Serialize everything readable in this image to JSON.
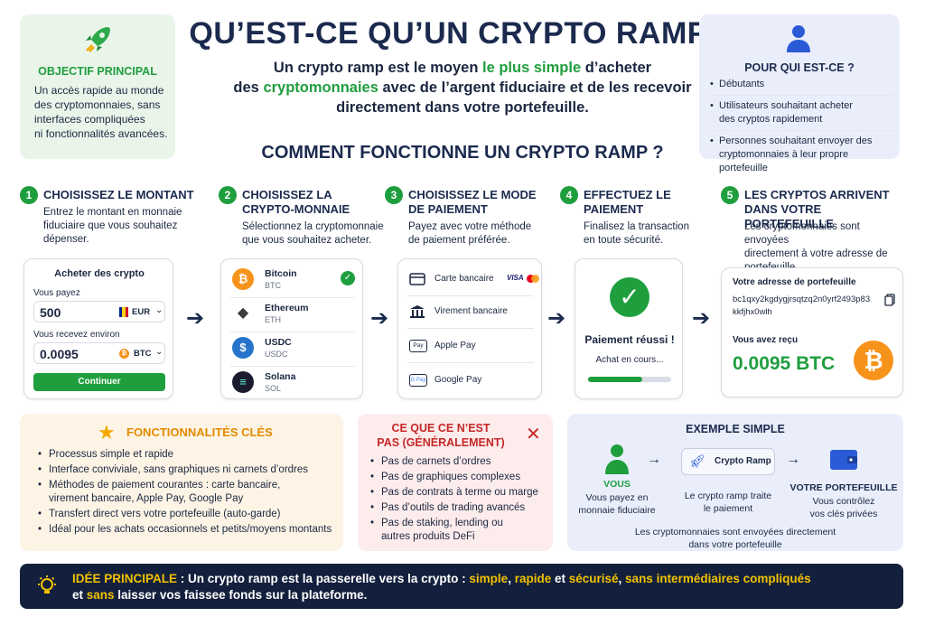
{
  "title": "QU’EST-CE QU’UN CRYPTO RAMP ?",
  "intro": {
    "p1": "Un crypto ramp est le moyen ",
    "h1": "le plus simple",
    "p2": " d’acheter",
    "p3": "des ",
    "h2": "cryptomonnaies",
    "p4": " avec de l’argent fiduciaire et de les recevoir",
    "p5": "directement dans votre portefeuille."
  },
  "objectif": {
    "title": "OBJECTIF PRINCIPAL",
    "lines": [
      "Un accès rapide au monde",
      "des cryptomonnaies, sans",
      "interfaces compliquées",
      "ni fonctionnalités avancées."
    ]
  },
  "qui": {
    "title": "POUR QUI EST-CE ?",
    "items": [
      {
        "l1": "Débutants",
        "l2": ""
      },
      {
        "l1": "Utilisateurs souhaitant acheter",
        "l2": "des cryptos rapidement"
      },
      {
        "l1": "Personnes souhaitant envoyer des",
        "l2": "cryptomonnaies à leur propre portefeuille"
      }
    ]
  },
  "how_title": "COMMENT FONCTIONNE UN CRYPTO RAMP ?",
  "steps": [
    {
      "num": "1",
      "t1": "CHOISISSEZ LE MONTANT",
      "t2": "",
      "d": [
        "Entrez le montant en monnaie",
        "fiduciaire que vous souhaitez",
        "dépenser."
      ]
    },
    {
      "num": "2",
      "t1": "CHOISISSEZ LA",
      "t2": "CRYPTO-MONNAIE",
      "d": [
        "Sélectionnez la cryptomonnaie",
        "que vous souhaitez acheter."
      ]
    },
    {
      "num": "3",
      "t1": "CHOISISSEZ LE MODE",
      "t2": "DE PAIEMENT",
      "d": [
        "Payez avec votre méthode",
        "de paiement préférée."
      ]
    },
    {
      "num": "4",
      "t1": "EFFECTUEZ LE",
      "t2": "PAIEMENT",
      "d": [
        "Finalisez la transaction",
        "en toute sécurité."
      ]
    },
    {
      "num": "5",
      "t1": "LES CRYPTOS ARRIVENT",
      "t2": "DANS VOTRE PORTEFEUILLE",
      "d": [
        "Les cryptomonnaies sont envoyées",
        "directement à votre adresse de",
        "portefeuille."
      ]
    }
  ],
  "buy": {
    "title": "Acheter des crypto",
    "pay_label": "Vous payez",
    "pay_value": "500",
    "pay_currency": "EUR",
    "recv_label": "Vous recevez environ",
    "recv_value": "0.0095",
    "recv_currency": "BTC",
    "button": "Continuer"
  },
  "cryptos": [
    {
      "name": "Bitcoin",
      "ticker": "BTC",
      "glyph": "₿",
      "color": "#f7931a"
    },
    {
      "name": "Ethereum",
      "ticker": "ETH",
      "glyph": "◆",
      "color": "#3c3c3d"
    },
    {
      "name": "USDC",
      "ticker": "USDC",
      "glyph": "$",
      "color": "#2775ca"
    },
    {
      "name": "Solana",
      "ticker": "SOL",
      "glyph": "≡",
      "color": "#1b1b2e"
    }
  ],
  "payments": {
    "card": "Carte bancaire",
    "visa": "VISA",
    "transfer": "Virement bancaire",
    "apple": "Apple Pay",
    "apple_icon": "Pay",
    "google": "Google Pay",
    "google_icon": "G Pay"
  },
  "payment_done": {
    "title": "Paiement réussi !",
    "status": "Achat en cours...",
    "progress": 0.65
  },
  "wallet": {
    "label": "Votre adresse de portefeuille",
    "addr1": "bc1qxy2kgdygjrsqtzq2n0yrf2493p83",
    "addr2": "kkfjhx0wlh",
    "recv_label": "Vous avez reçu",
    "recv_value": "0.0095 BTC"
  },
  "features": {
    "title": "FONCTIONNALITÉS CLÉS",
    "items": [
      [
        "Processus simple et rapide"
      ],
      [
        "Interface conviviale, sans graphiques ni carnets d’ordres"
      ],
      [
        "Méthodes de paiement courantes : carte bancaire,",
        "virement bancaire, Apple Pay, Google Pay"
      ],
      [
        "Transfert direct vers votre portefeuille (auto-garde)"
      ],
      [
        "Idéal pour les achats occasionnels et petits/moyens montants"
      ]
    ]
  },
  "notis": {
    "t1": "CE QUE CE N’EST",
    "t2": "PAS (GÉNÉRALEMENT)",
    "items": [
      [
        "Pas de carnets d’ordres"
      ],
      [
        "Pas de graphiques complexes"
      ],
      [
        "Pas de contrats à terme ou marge"
      ],
      [
        "Pas d’outils de trading avancés"
      ],
      [
        "Pas de staking, lending ou",
        "autres produits DeFi"
      ]
    ]
  },
  "example": {
    "title": "EXEMPLE SIMPLE",
    "vous_title": "VOUS",
    "vous_d1": "Vous payez en",
    "vous_d2": "monnaie fiduciaire",
    "ramp_label": "Crypto Ramp",
    "ramp_d1": "Le crypto ramp traite",
    "ramp_d2": "le paiement",
    "wallet_title": "VOTRE PORTEFEUILLE",
    "wallet_d1": "Vous contrôlez",
    "wallet_d2": "vos clés privées",
    "foot1": "Les cryptomonnaies sont envoyées directement",
    "foot2": "dans votre portefeuille"
  },
  "banner": {
    "a": "IDÉE PRINCIPALE",
    "b": " : Un crypto ramp est la passerelle vers la crypto : ",
    "c": "simple",
    "d": ", ",
    "e": "rapide",
    "f": " et ",
    "g": "sécurisé",
    "h": ", ",
    "i": "sans intermédiaires compliqués",
    "j": "et ",
    "k": "sans",
    "l": " laisser vos faissee fonds sur la plateforme."
  }
}
